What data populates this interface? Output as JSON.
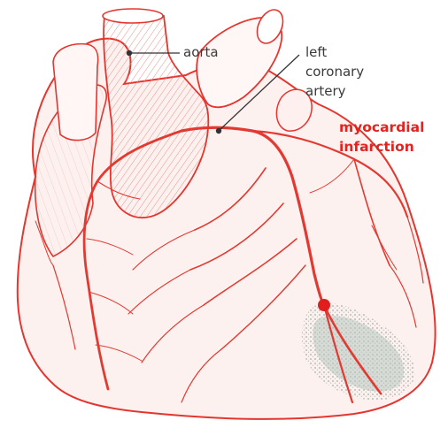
{
  "labels": {
    "aorta": "aorta",
    "left_coronary_artery": [
      "left",
      "coronary",
      "artery"
    ],
    "myocardial_infarction": [
      "myocardial",
      "infarction"
    ]
  },
  "colors": {
    "outline": "#e4352f",
    "fill_light": "#fbe8e6",
    "vessel": "#e23a32",
    "infarct": "#aebcb4",
    "infarct_dot": "#e11d1d",
    "leader_line": "#333333",
    "label_text": "#3a3a3a",
    "highlight_text": "#e4221f"
  },
  "icons": {
    "heart": "heart-illustration",
    "infarct_marker": "infarct-dot"
  }
}
